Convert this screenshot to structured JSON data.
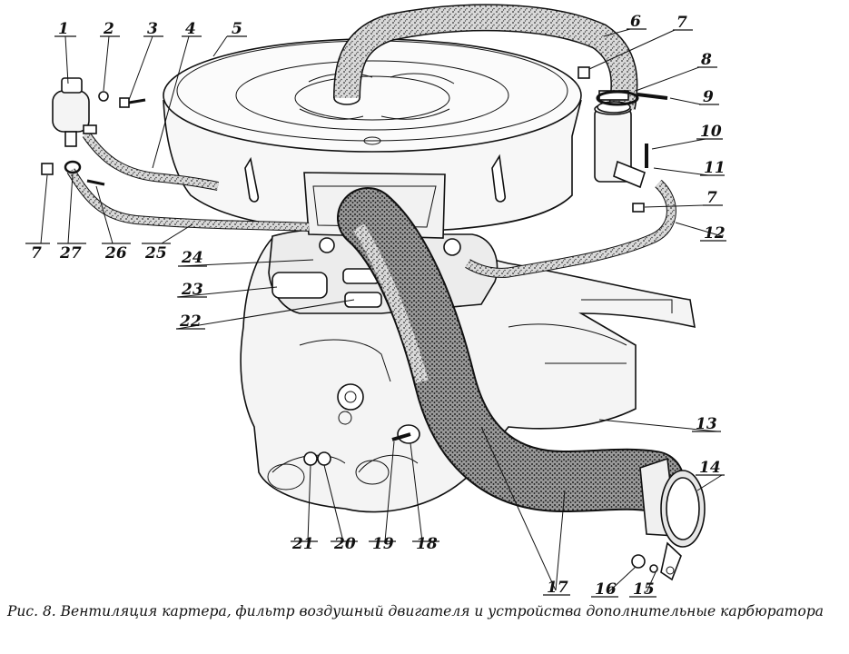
{
  "caption": "Рис. 8. Вентиляция картера, фильтр воздушный двигателя и устройства дополнительные карбюратора",
  "callouts": [
    "1",
    "2",
    "3",
    "4",
    "5",
    "6",
    "7",
    "8",
    "9",
    "10",
    "11",
    "7",
    "12",
    "7",
    "27",
    "26",
    "25",
    "24",
    "23",
    "22",
    "13",
    "14",
    "21",
    "20",
    "19",
    "18",
    "17",
    "16",
    "15"
  ]
}
